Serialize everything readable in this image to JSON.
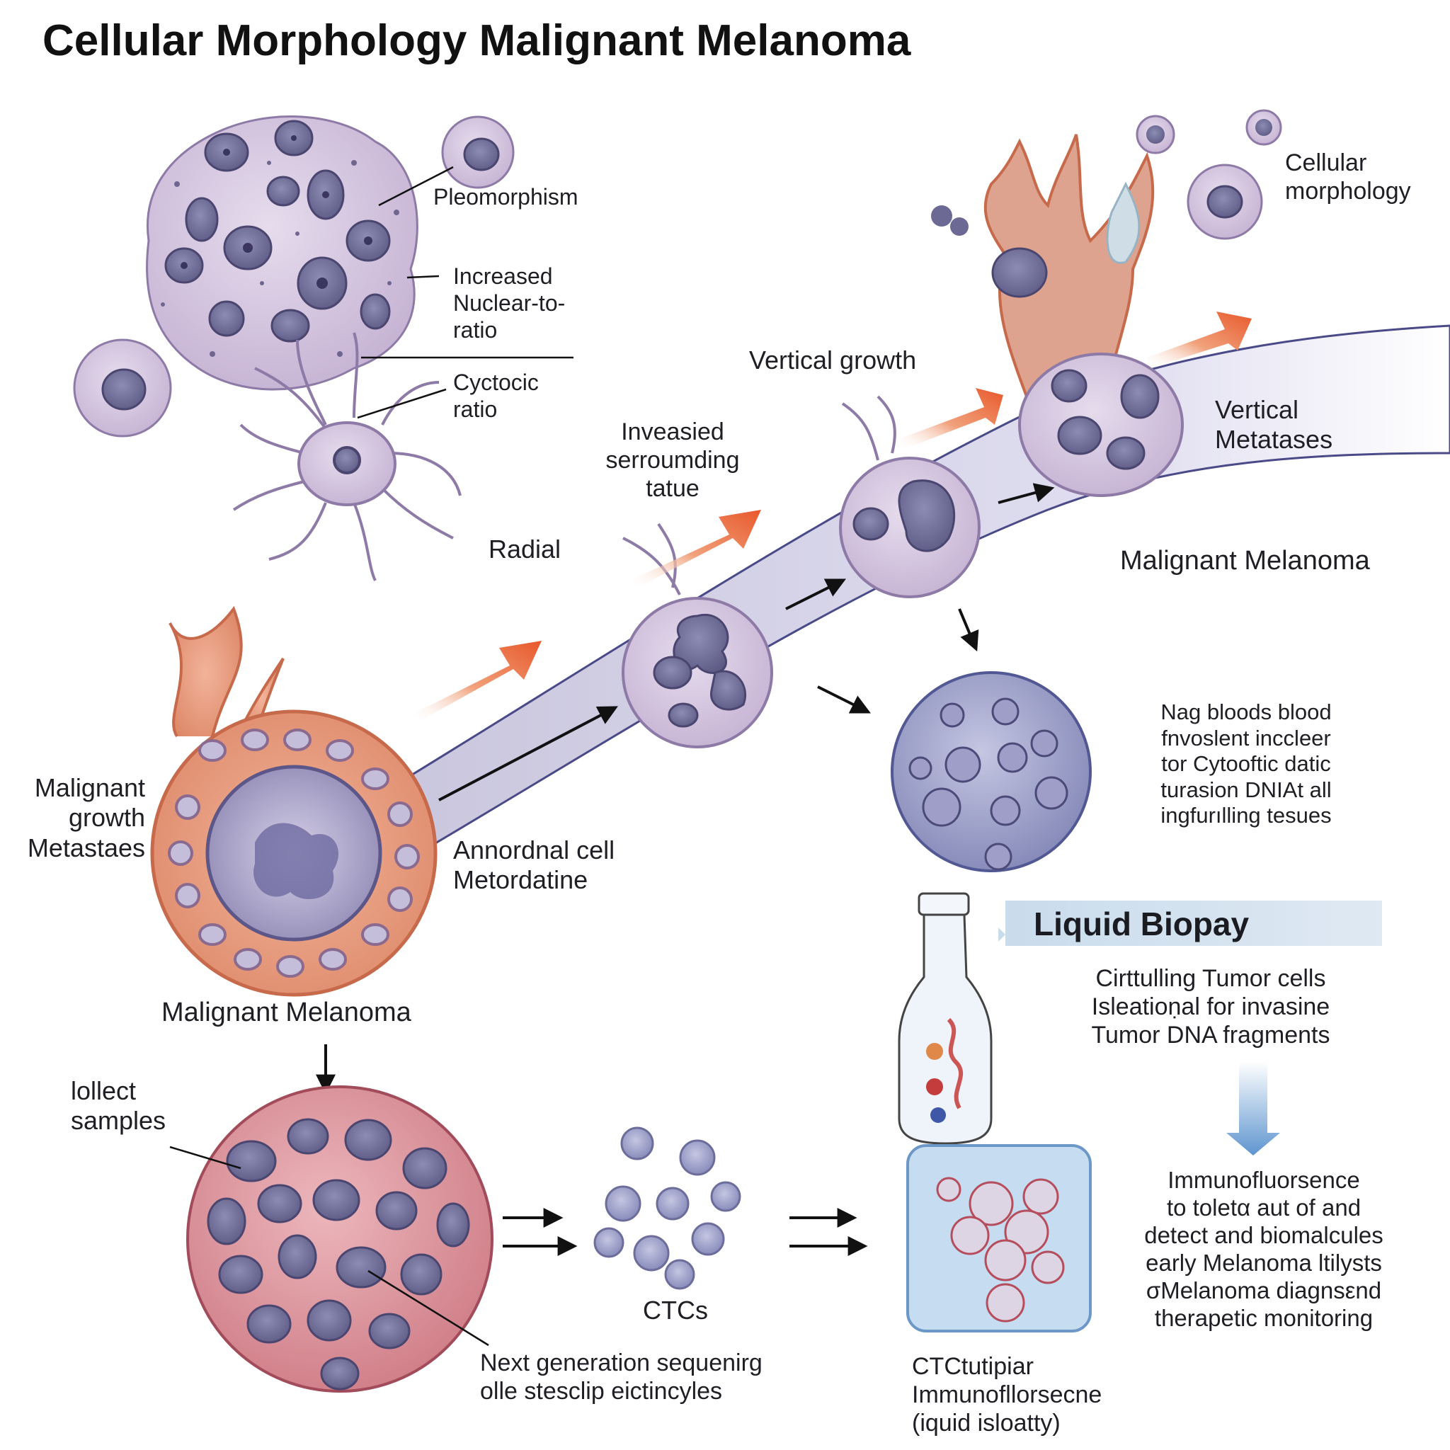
{
  "title": "Cellular Morphology Malignant Melanoma",
  "labels": {
    "pleomorphism": "Pleomorphism",
    "increased_ratio": "Increased\nNuclear-to-\nratio",
    "cyctocic_ratio": "Cyctocic\nratio",
    "vertical_growth": "Vertical growth",
    "cellular_morphology": "Cellular\nmorphology",
    "invaded_tissue": "Inveasied\nserroumding\ntatue",
    "radial": "Radial",
    "vertical_metastases": "Vertical\nMetatases",
    "malignant_melanoma_right": "Malignant Melanoma",
    "malignant_growth": "Malignant\ngrowth\nMetastaes",
    "abnormal_cell": "Annordnal cell\nMetordatine",
    "blood_text": "Nag bloods blood\nfnvoslent inccleer\ntor Cytooftic datic\nturasion DNIAt all\ningfurılling tesues",
    "malignant_melanoma_left": "Malignant Melanoma",
    "collect_samples": "lollect\nsamples",
    "ctcs": "CTCs",
    "ngs": "Next generation sequenirg\nolle stesclip eictincyles",
    "ctc_box": "CTCtutipiar\nImmunofllorsecne\n(iquid isloatty)",
    "liquid_biopsy": "Liquid Biopay",
    "ctc_desc": "Cirttulling Tumor cells\nIsleatioṇal for invasine\nTumor DNA fragments",
    "immuno_desc": "Immunofluorsence\nto toletα aut of and\ndetect and biomalcules\nearly Melanoma ltilysts\nσMelanoma diagnsεnd\ntherapetic monitoring"
  },
  "icons": [
    "pleomorphic-cell-icon",
    "dendritic-cell-icon",
    "migrating-cell-icon",
    "arrow-icon",
    "liquid-biopsy-bottle-icon",
    "ctc-slide-icon"
  ],
  "colors": {
    "cell_purple": "#cdbad8",
    "nucleus": "#6c6a94",
    "melanoma_orange": "#e8906e",
    "tumor_red": "#d98c93",
    "arrow_orange": "#ea6d41",
    "blood_vessel": "#d9d7e8",
    "biopsy_blue": "#c6dcf0"
  }
}
